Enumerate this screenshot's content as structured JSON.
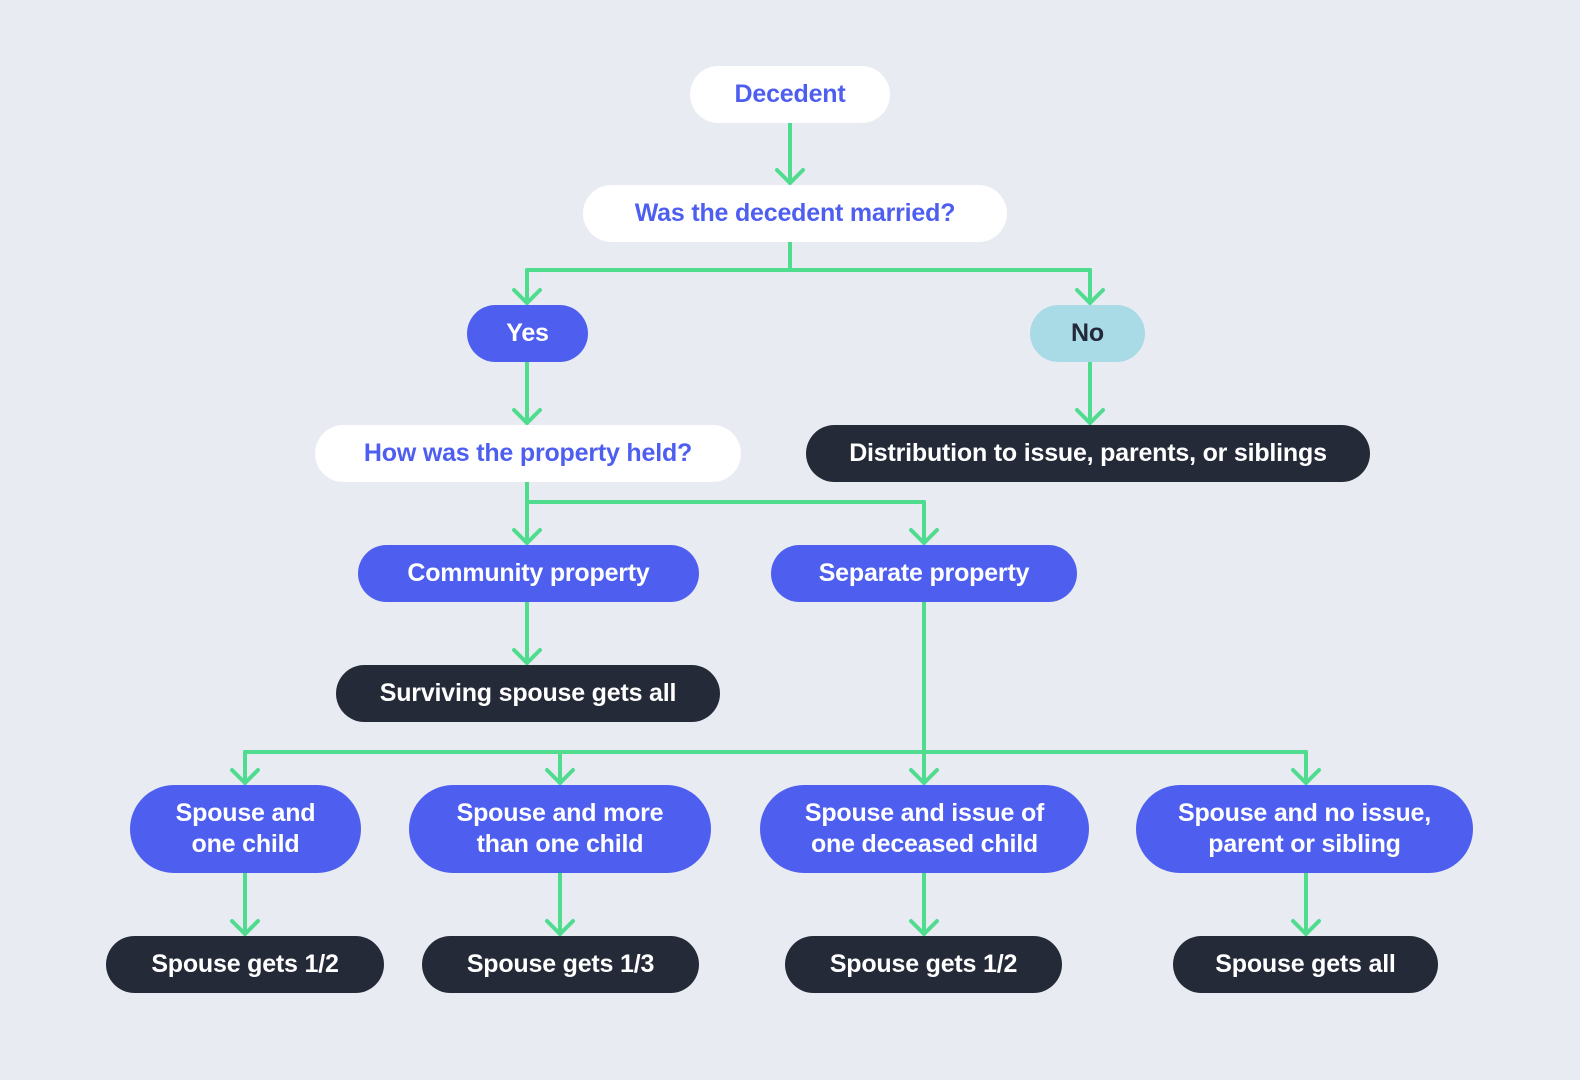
{
  "diagram": {
    "line_color": "#4fdc8f",
    "colors": {
      "white_bg": "#ffffff",
      "blue_bg": "#4e5ff0",
      "cyan_bg": "#a8dbe6",
      "dark_bg": "#252a38",
      "blue_text": "#4e5ff0"
    },
    "nodes": {
      "decedent": "Decedent",
      "married_q": "Was the decedent married?",
      "yes": "Yes",
      "no": "No",
      "distribution": "Distribution to issue, parents, or siblings",
      "property_q": "How was the property held?",
      "community": "Community property",
      "separate": "Separate property",
      "surviving_all": "Surviving spouse gets all",
      "spouse_one_child": "Spouse and\none child",
      "spouse_more_children": "Spouse and more\nthan one child",
      "spouse_issue_deceased": "Spouse and issue of\none deceased child",
      "spouse_no_issue": "Spouse and no issue,\nparent or sibling",
      "gets_half_1": "Spouse gets 1/2",
      "gets_third": "Spouse gets 1/3",
      "gets_half_2": "Spouse gets 1/2",
      "gets_all": "Spouse gets all"
    }
  }
}
